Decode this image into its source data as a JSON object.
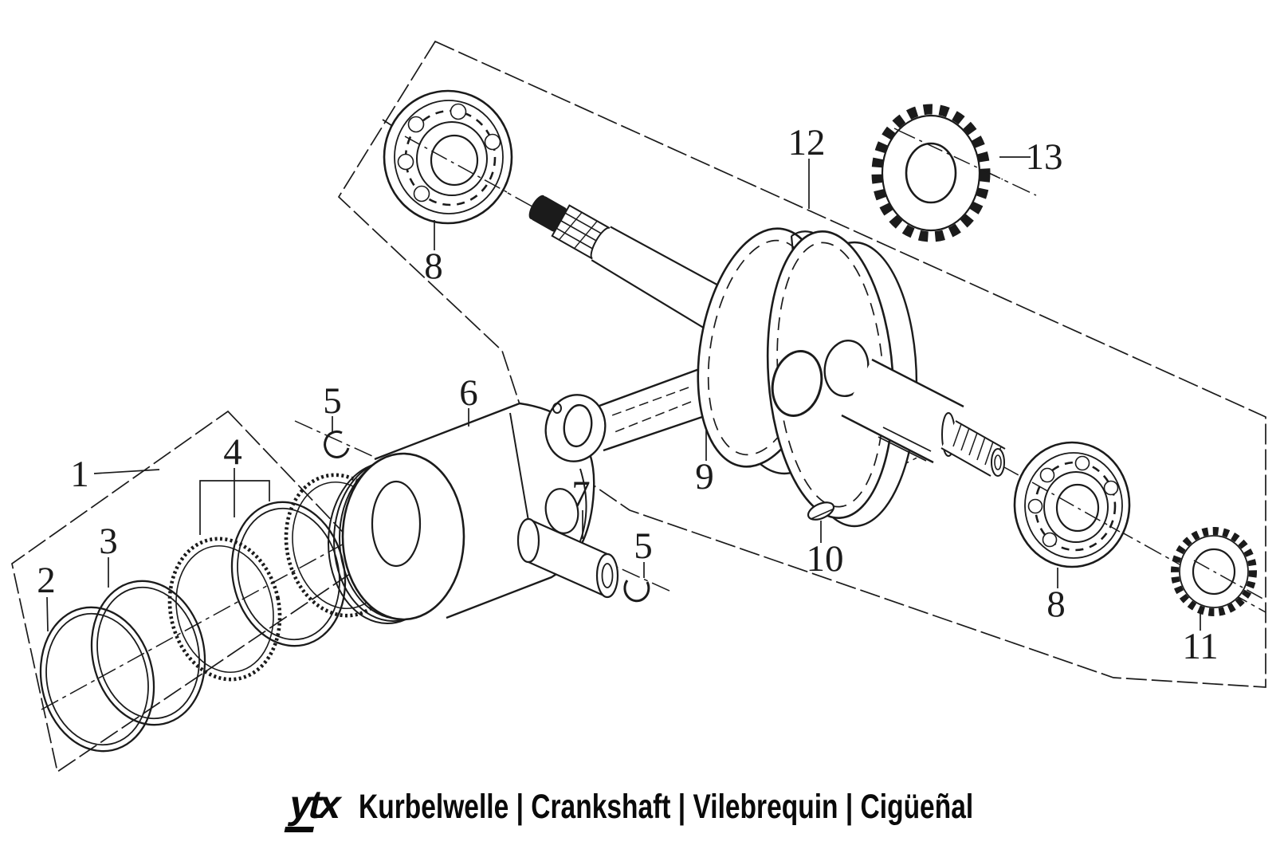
{
  "labels": [
    {
      "text": "1"
    },
    {
      "text": "2"
    },
    {
      "text": "3"
    },
    {
      "text": "4"
    },
    {
      "text": "5"
    },
    {
      "text": "5"
    },
    {
      "text": "6"
    },
    {
      "text": "7"
    },
    {
      "text": "8"
    },
    {
      "text": "8"
    },
    {
      "text": "9"
    },
    {
      "text": "10"
    },
    {
      "text": "11"
    },
    {
      "text": "12"
    },
    {
      "text": "13"
    }
  ],
  "footer": {
    "logo_prefix": "yt",
    "logo_suffix": "x",
    "caption": "Kurbelwelle | Crankshaft | Vilebrequin | Cigüeñal"
  },
  "colors": {
    "ink": "#1b1b1b",
    "background": "#ffffff"
  }
}
